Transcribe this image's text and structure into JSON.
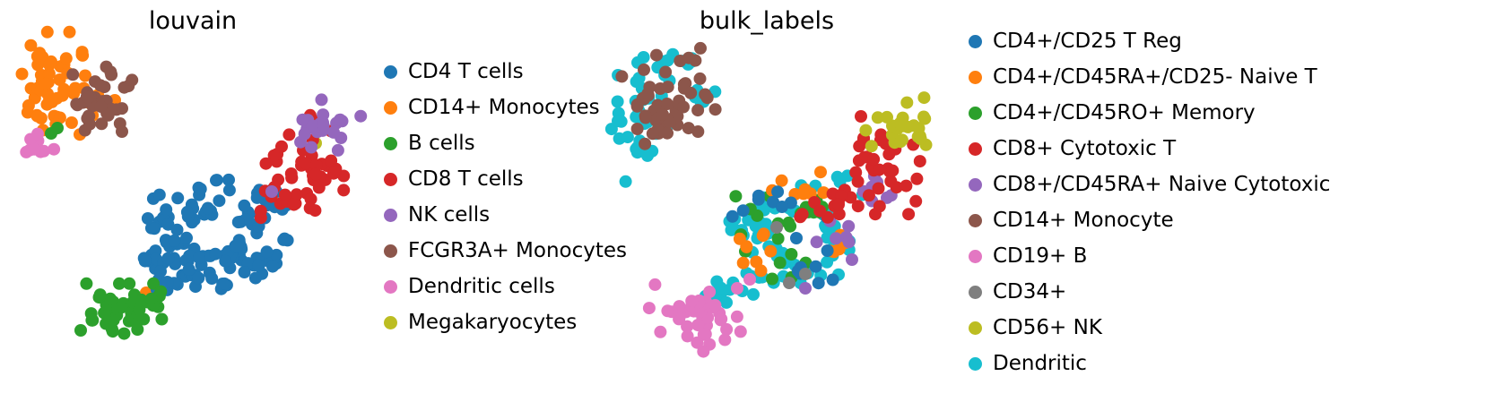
{
  "figure": {
    "background": "#ffffff"
  },
  "chart_data": [
    {
      "type": "scatter",
      "title": "louvain",
      "axes": "hidden",
      "grid": "off",
      "legend_position": "right",
      "marker_radius": 7,
      "seed": 11,
      "series": [
        {
          "name": "CD4 T cells",
          "color": "#1f77b4",
          "z": 3,
          "clusters": [
            {
              "shape": "ring",
              "cx": 237,
              "cy": 262,
              "rmin": 26,
              "rmax": 78,
              "ex": 1.12,
              "ey": 0.82,
              "n": 120
            },
            {
              "shape": "blob",
              "cx": 295,
              "cy": 230,
              "sx": 14,
              "sy": 12,
              "n": 12
            },
            {
              "shape": "blob",
              "cx": 185,
              "cy": 312,
              "sx": 12,
              "sy": 9,
              "n": 8
            }
          ]
        },
        {
          "name": "CD14+ Monocytes",
          "color": "#ff7f0e",
          "z": 2,
          "clusters": [
            {
              "shape": "blob",
              "cx": 70,
              "cy": 93,
              "sx": 24,
              "sy": 26,
              "n": 48
            },
            {
              "shape": "blob",
              "cx": 45,
              "cy": 130,
              "sx": 10,
              "sy": 10,
              "n": 7
            },
            {
              "shape": "points",
              "pts": [
                [
                  163,
                  327
                ],
                [
                  128,
                  112
                ]
              ]
            }
          ]
        },
        {
          "name": "B cells",
          "color": "#2ca02c",
          "z": 4,
          "clusters": [
            {
              "shape": "blob",
              "cx": 132,
              "cy": 352,
              "sx": 26,
              "sy": 16,
              "n": 42
            },
            {
              "shape": "blob",
              "cx": 172,
              "cy": 331,
              "sx": 9,
              "sy": 7,
              "n": 6
            },
            {
              "shape": "points",
              "pts": [
                [
                  57,
                  149
                ],
                [
                  64,
                  143
                ]
              ]
            }
          ]
        },
        {
          "name": "CD8 T cells",
          "color": "#d62728",
          "z": 5,
          "clusters": [
            {
              "shape": "blob",
              "cx": 337,
              "cy": 186,
              "sx": 21,
              "sy": 26,
              "n": 44
            },
            {
              "shape": "blob",
              "cx": 312,
              "cy": 222,
              "sx": 10,
              "sy": 9,
              "n": 6
            }
          ]
        },
        {
          "name": "NK cells",
          "color": "#9467bd",
          "z": 6,
          "clusters": [
            {
              "shape": "blob",
              "cx": 367,
              "cy": 140,
              "sx": 16,
              "sy": 13,
              "n": 22
            },
            {
              "shape": "points",
              "pts": [
                [
                  303,
                  214
                ]
              ]
            }
          ]
        },
        {
          "name": "FCGR3A+ Monocytes",
          "color": "#8c564b",
          "z": 7,
          "clusters": [
            {
              "shape": "blob",
              "cx": 112,
              "cy": 112,
              "sx": 16,
              "sy": 17,
              "n": 40
            }
          ]
        },
        {
          "name": "Dendritic cells",
          "color": "#e377c2",
          "z": 8,
          "clusters": [
            {
              "shape": "blob",
              "cx": 46,
              "cy": 165,
              "sx": 11,
              "sy": 7,
              "n": 9
            }
          ]
        },
        {
          "name": "Megakaryocytes",
          "color": "#bcbd22",
          "z": 1,
          "clusters": [
            {
              "shape": "points",
              "pts": [
                [
                  352,
                  160
                ],
                [
                  345,
                  168
                ]
              ]
            }
          ]
        }
      ]
    },
    {
      "type": "scatter",
      "title": "bulk_labels",
      "axes": "hidden",
      "grid": "off",
      "legend_position": "right",
      "marker_radius": 7,
      "seed": 23,
      "series": [
        {
          "name": "CD4+/CD25 T Reg",
          "color": "#1f77b4",
          "z": 4,
          "clusters": [
            {
              "shape": "blob",
              "cx": 210,
              "cy": 235,
              "sx": 16,
              "sy": 12,
              "n": 8
            },
            {
              "shape": "blob",
              "cx": 268,
              "cy": 298,
              "sx": 14,
              "sy": 9,
              "n": 7
            },
            {
              "shape": "points",
              "pts": [
                [
                  248,
                  266
                ],
                [
                  282,
                  243
                ]
              ]
            }
          ]
        },
        {
          "name": "CD4+/CD45RA+/CD25- Naive T",
          "color": "#ff7f0e",
          "z": 3,
          "clusters": [
            {
              "shape": "blob",
              "cx": 205,
              "cy": 278,
              "sx": 14,
              "sy": 12,
              "n": 9
            },
            {
              "shape": "blob",
              "cx": 252,
              "cy": 212,
              "sx": 18,
              "sy": 9,
              "n": 8
            },
            {
              "shape": "blob",
              "cx": 290,
              "cy": 272,
              "sx": 10,
              "sy": 10,
              "n": 5
            }
          ]
        },
        {
          "name": "CD4+/CD45RO+ Memory",
          "color": "#2ca02c",
          "z": 2,
          "clusters": [
            {
              "shape": "blob",
              "cx": 220,
              "cy": 250,
              "sx": 18,
              "sy": 14,
              "n": 10
            },
            {
              "shape": "blob",
              "cx": 258,
              "cy": 232,
              "sx": 16,
              "sy": 10,
              "n": 8
            },
            {
              "shape": "blob",
              "cx": 235,
              "cy": 298,
              "sx": 14,
              "sy": 8,
              "n": 5
            }
          ]
        },
        {
          "name": "CD8+ Cytotoxic T",
          "color": "#d62728",
          "z": 6,
          "clusters": [
            {
              "shape": "blob",
              "cx": 340,
              "cy": 182,
              "sx": 23,
              "sy": 26,
              "n": 38
            },
            {
              "shape": "blob",
              "cx": 300,
              "cy": 222,
              "sx": 12,
              "sy": 10,
              "n": 7
            },
            {
              "shape": "blob",
              "cx": 272,
              "cy": 248,
              "sx": 12,
              "sy": 10,
              "n": 5
            },
            {
              "shape": "points",
              "pts": [
                [
                  320,
                  130
                ]
              ]
            }
          ]
        },
        {
          "name": "CD8+/CD45RA+ Naive Cytotoxic",
          "color": "#9467bd",
          "z": 5,
          "clusters": [
            {
              "shape": "blob",
              "cx": 335,
              "cy": 205,
              "sx": 16,
              "sy": 14,
              "n": 8
            },
            {
              "shape": "blob",
              "cx": 292,
              "cy": 258,
              "sx": 12,
              "sy": 12,
              "n": 6
            },
            {
              "shape": "points",
              "pts": [
                [
                  258,
                  322
                ],
                [
                  310,
                  290
                ]
              ]
            }
          ]
        },
        {
          "name": "CD14+ Monocyte",
          "color": "#8c564b",
          "z": 7,
          "clusters": [
            {
              "shape": "blob",
              "cx": 105,
              "cy": 108,
              "sx": 24,
              "sy": 29,
              "n": 55
            }
          ]
        },
        {
          "name": "CD19+ B",
          "color": "#e377c2",
          "z": 8,
          "clusters": [
            {
              "shape": "blob",
              "cx": 133,
              "cy": 353,
              "sx": 24,
              "sy": 18,
              "n": 44
            },
            {
              "shape": "points",
              "pts": [
                [
                  182,
                  322
                ],
                [
                  196,
                  312
                ]
              ]
            }
          ]
        },
        {
          "name": "CD34+",
          "color": "#7f7f7f",
          "z": 9,
          "clusters": [
            {
              "shape": "points",
              "pts": [
                [
                  240,
                  316
                ],
                [
                  258,
                  306
                ],
                [
                  226,
                  254
                ]
              ]
            }
          ]
        },
        {
          "name": "CD56+ NK",
          "color": "#bcbd22",
          "z": 10,
          "clusters": [
            {
              "shape": "blob",
              "cx": 365,
              "cy": 138,
              "sx": 18,
              "sy": 14,
              "n": 26
            }
          ]
        },
        {
          "name": "Dendritic",
          "color": "#17becf",
          "z": 1,
          "clusters": [
            {
              "shape": "blob",
              "cx": 70,
              "cy": 128,
              "sx": 18,
              "sy": 34,
              "n": 38
            },
            {
              "shape": "blob",
              "cx": 108,
              "cy": 66,
              "sx": 16,
              "sy": 8,
              "n": 8
            },
            {
              "shape": "blob",
              "cx": 148,
              "cy": 108,
              "sx": 7,
              "sy": 14,
              "n": 6
            },
            {
              "shape": "ring",
              "cx": 245,
              "cy": 262,
              "rmin": 26,
              "rmax": 74,
              "ex": 1.08,
              "ey": 0.8,
              "n": 55
            },
            {
              "shape": "blob",
              "cx": 188,
              "cy": 312,
              "sx": 10,
              "sy": 9,
              "n": 6
            },
            {
              "shape": "blob",
              "cx": 172,
              "cy": 332,
              "sx": 12,
              "sy": 9,
              "n": 9
            },
            {
              "shape": "blob",
              "cx": 300,
              "cy": 212,
              "sx": 10,
              "sy": 9,
              "n": 4
            }
          ]
        }
      ]
    }
  ]
}
